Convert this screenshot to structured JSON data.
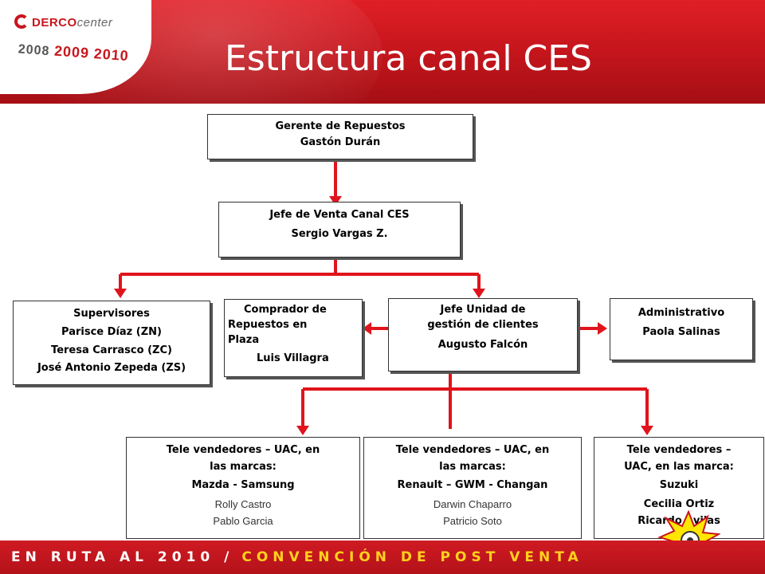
{
  "header": {
    "logo_brand": "DERCO",
    "logo_suffix": "center",
    "years": [
      "2008",
      "2009",
      "2010"
    ],
    "title": "Estructura canal CES"
  },
  "org": {
    "gerente": {
      "role": "Gerente de Repuestos",
      "name": "Gastón Durán"
    },
    "jefe_venta": {
      "role": "Jefe de Venta Canal CES",
      "name": "Sergio Vargas Z."
    },
    "supervisores": {
      "role": "Supervisores",
      "names": [
        "Parisce Díaz (ZN)",
        "Teresa Carrasco (ZC)",
        "José Antonio Zepeda (ZS)"
      ]
    },
    "comprador": {
      "role_lines": [
        "Comprador de",
        "Repuestos en",
        "Plaza"
      ],
      "name": "Luis Villagra"
    },
    "jefe_unidad": {
      "role_lines": [
        "Jefe Unidad de",
        "gestión de clientes"
      ],
      "name": "Augusto Falcón"
    },
    "administrativo": {
      "role": "Administrativo",
      "name": "Paola Salinas"
    },
    "tele": [
      {
        "role_lines": [
          "Tele vendedores – UAC, en",
          "las marcas:"
        ],
        "brands": "Mazda - Samsung",
        "names": [
          "Rolly Castro",
          "Pablo Garcia"
        ]
      },
      {
        "role_lines": [
          "Tele vendedores – UAC, en",
          "las marcas:"
        ],
        "brands": "Renault – GWM - Changan",
        "names": [
          "Darwin Chaparro",
          "Patricio Soto"
        ]
      },
      {
        "role_lines": [
          "Tele vendedores –",
          "UAC, en las marca:"
        ],
        "brands": "Suzuki",
        "names": [
          "Cecilia Ortiz",
          "Ricardo Avilas"
        ]
      }
    ]
  },
  "footer": {
    "part1": "EN RUTA AL 2010 /",
    "part2": "CONVENCIÓN DE POST VENTA"
  },
  "colors": {
    "brand_red": "#c8161d",
    "connector_red": "#e0141c",
    "footer_yellow": "#ffd21c"
  }
}
